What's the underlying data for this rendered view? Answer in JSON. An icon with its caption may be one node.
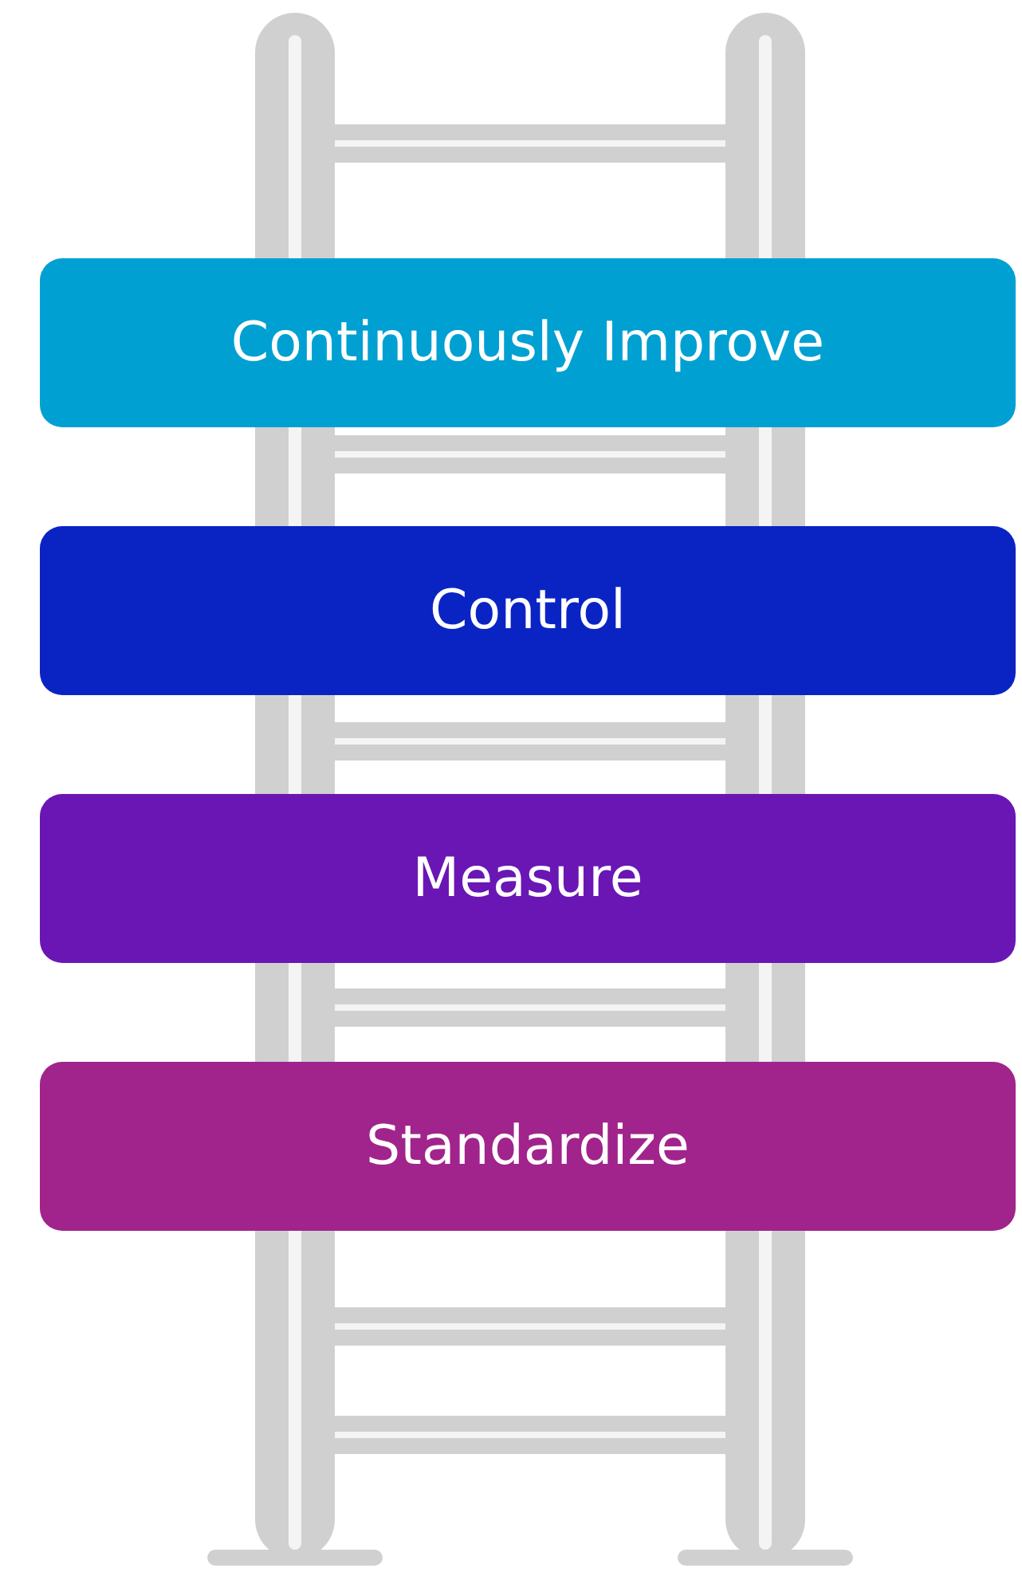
{
  "diagram": {
    "nodes": [
      {
        "text": [
          "Continuously Improve"
        ]
      },
      {
        "text": [
          "Control"
        ]
      },
      {
        "text": [
          "Measure"
        ]
      },
      {
        "text": [
          "Standardize"
        ]
      }
    ]
  }
}
